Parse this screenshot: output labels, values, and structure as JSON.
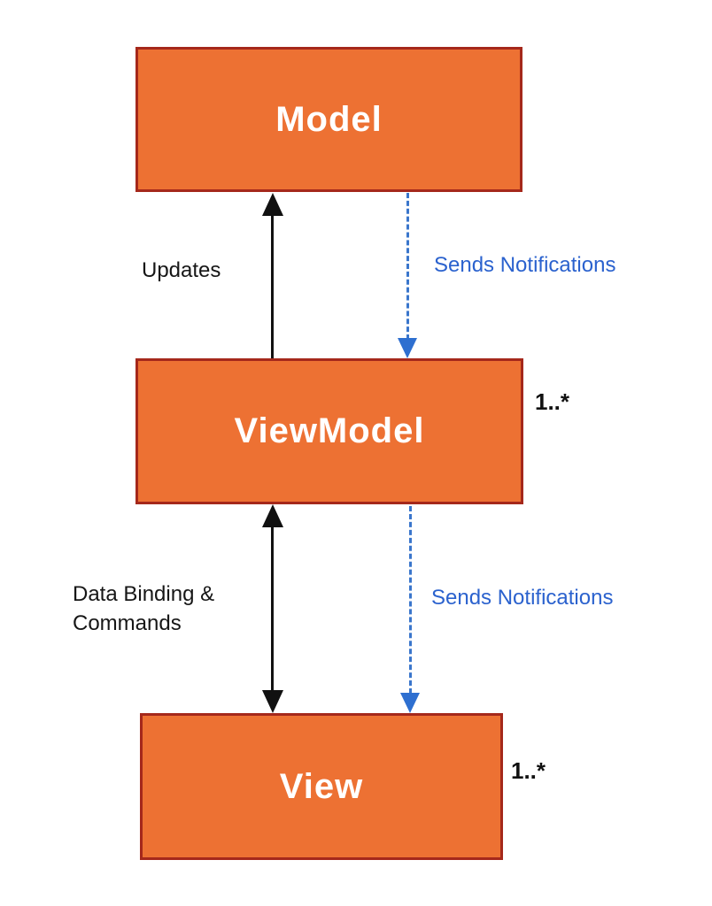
{
  "diagram": {
    "title": "MVVM pattern diagram",
    "nodes": {
      "model": {
        "label": "Model"
      },
      "viewmodel": {
        "label": "ViewModel",
        "multiplicity": "1..*"
      },
      "view": {
        "label": "View",
        "multiplicity": "1..*"
      }
    },
    "edges": {
      "updates": {
        "label": "Updates",
        "style": "solid",
        "direction": "up"
      },
      "model_notifications": {
        "label": "Sends Notifications",
        "style": "dashed",
        "direction": "down"
      },
      "data_binding": {
        "label": "Data Binding & Commands",
        "style": "solid",
        "direction": "both"
      },
      "viewmodel_notifications": {
        "label": "Sends Notifications",
        "style": "dashed",
        "direction": "down"
      }
    },
    "colors": {
      "node_fill": "#ED7133",
      "node_border": "#A5281B",
      "arrow_black": "#111111",
      "notify_blue_text": "#2B62CE",
      "notify_blue_line": "#3A76CC",
      "notify_blue_head": "#2E6FD0"
    }
  }
}
